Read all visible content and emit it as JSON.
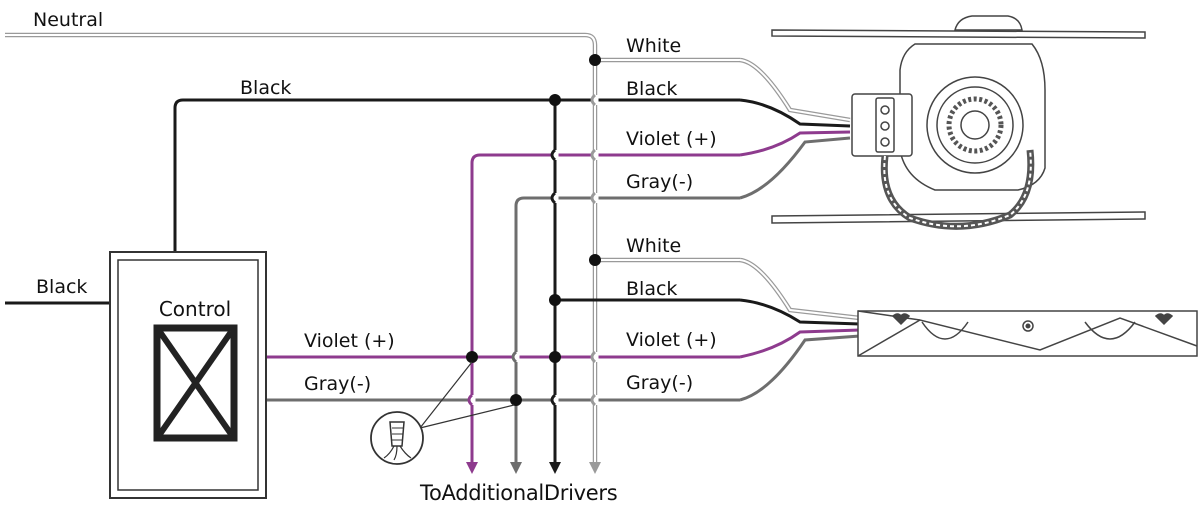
{
  "labels": {
    "neutral": "Neutral",
    "black_supply": "Black",
    "black_line_in": "Black",
    "control": "Control",
    "violet_control": "Violet (+)",
    "gray_control": "Gray(-)",
    "fixture1_white": "White",
    "fixture1_black": "Black",
    "fixture1_violet": "Violet (+)",
    "fixture1_gray": "Gray(-)",
    "fixture2_white": "White",
    "fixture2_black": "Black",
    "fixture2_violet": "Violet (+)",
    "fixture2_gray": "Gray(-)",
    "bottom": "ToAdditionalDrivers"
  },
  "colors": {
    "black_wire": "#1a1a1a",
    "violet_wire": "#8e3b8e",
    "gray_wire": "#6e6e6e",
    "white_wire": "#9a9a9a",
    "outline": "#555555"
  }
}
